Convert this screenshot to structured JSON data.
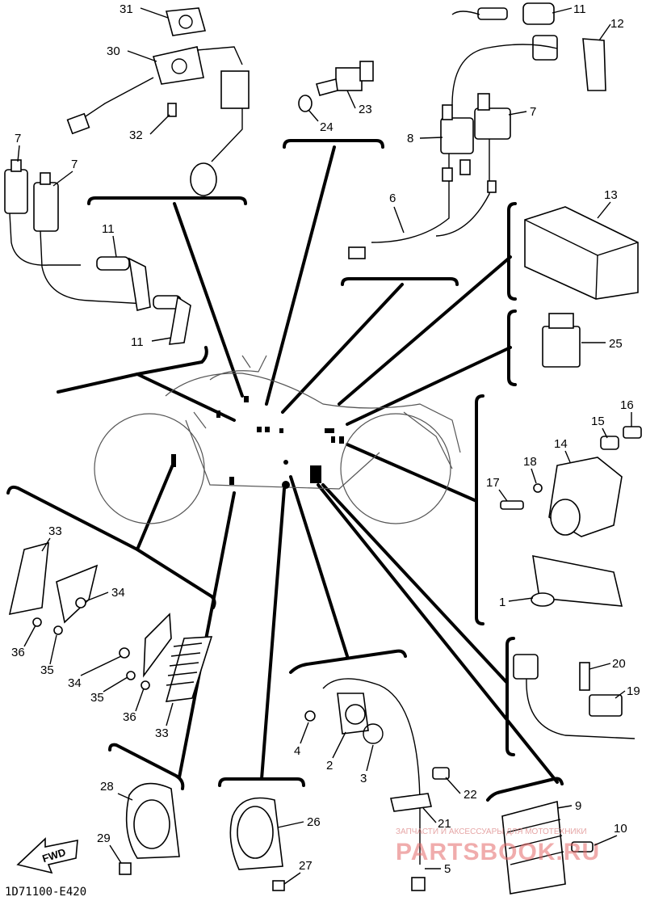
{
  "diagram_code": "1D71100-E420",
  "fwd_label": "FWD",
  "watermark": {
    "caption": "ЗАПЧАСТИ И АКСЕССУАРЫ ДЛЯ МОТОТЕХНИКИ",
    "brand": "PARTSBOOK.RU"
  },
  "callouts": {
    "c1": "1",
    "c2": "2",
    "c3": "3",
    "c4": "4",
    "c5": "5",
    "c6": "6",
    "c7a": "7",
    "c7b": "7",
    "c7c": "7",
    "c8": "8",
    "c9": "9",
    "c10": "10",
    "c11a": "11",
    "c11b": "11",
    "c11c": "11",
    "c12": "12",
    "c13": "13",
    "c14": "14",
    "c15": "15",
    "c16": "16",
    "c17": "17",
    "c18": "18",
    "c19": "19",
    "c20": "20",
    "c21": "21",
    "c22": "22",
    "c23": "23",
    "c24": "24",
    "c25": "25",
    "c26": "26",
    "c27": "27",
    "c28": "28",
    "c29": "29",
    "c30": "30",
    "c31": "31",
    "c32": "32",
    "c33a": "33",
    "c33b": "33",
    "c34a": "34",
    "c34b": "34",
    "c35a": "35",
    "c35b": "35",
    "c36a": "36",
    "c36b": "36"
  }
}
